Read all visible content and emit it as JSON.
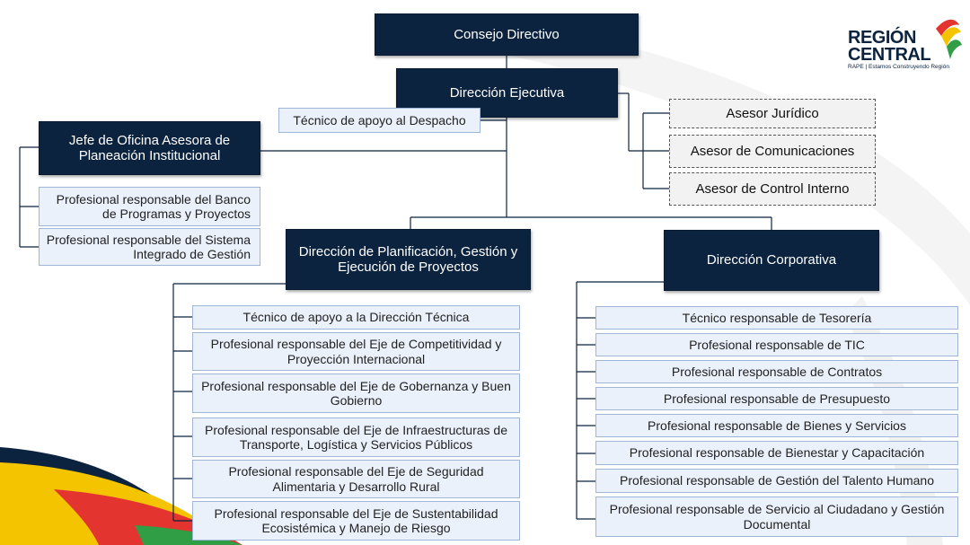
{
  "logo": {
    "line1": "REGIÓN",
    "line2": "CENTRAL",
    "tagline": "RAPE | Estamos Construyendo Región"
  },
  "top": {
    "consejo": "Consejo Directivo",
    "direccion_ejecutiva": "Dirección Ejecutiva",
    "tecnico_despacho": "Técnico de apoyo al Despacho"
  },
  "advisors": [
    "Asesor Jurídico",
    "Asesor de Comunicaciones",
    "Asesor de Control Interno"
  ],
  "planeacion": {
    "head": "Jefe de Oficina Asesora de Planeación Institucional",
    "items": [
      "Profesional responsable del Banco de Programas y Proyectos",
      "Profesional responsable del Sistema Integrado de Gestión"
    ]
  },
  "planificacion": {
    "head": "Dirección de Planificación, Gestión y Ejecución de Proyectos",
    "items": [
      "Técnico de apoyo a la Dirección Técnica",
      "Profesional responsable del Eje de Competitividad y Proyección Internacional",
      "Profesional responsable del Eje de Gobernanza y Buen Gobierno",
      "Profesional responsable del Eje de Infraestructuras de Transporte, Logística y Servicios Públicos",
      "Profesional responsable del Eje de Seguridad Alimentaria y Desarrollo Rural",
      "Profesional responsable del Eje de Sustentabilidad Ecosistémica y Manejo de Riesgo"
    ]
  },
  "corporativa": {
    "head": "Dirección Corporativa",
    "items": [
      "Técnico responsable de Tesorería",
      "Profesional responsable de TIC",
      "Profesional responsable de Contratos",
      "Profesional responsable de Presupuesto",
      "Profesional responsable de Bienes y Servicios",
      "Profesional responsable de Bienestar y Capacitación",
      "Profesional responsable de Gestión del Talento Humano",
      "Profesional responsable de Servicio al Ciudadano y Gestión Documental"
    ]
  },
  "colors": {
    "dark_box": "#0c2340",
    "light_box": "#eaf1fb",
    "accent_yellow": "#f5c400",
    "accent_red": "#e3342f",
    "accent_green": "#2f9e44",
    "accent_blue": "#1f6fb8"
  }
}
